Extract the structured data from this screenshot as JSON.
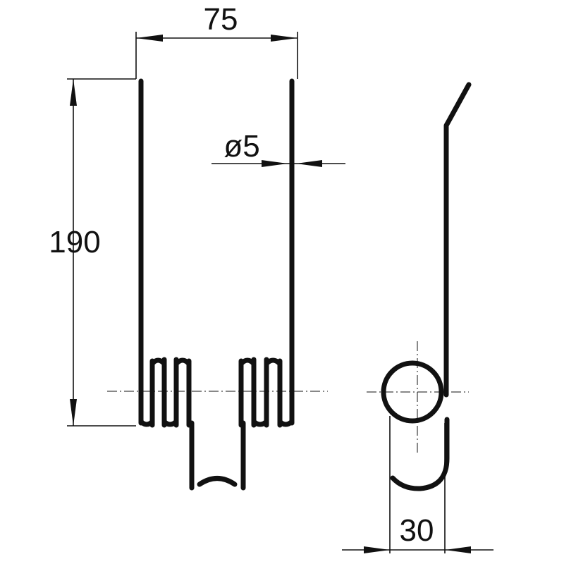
{
  "dimensions": {
    "width": "75",
    "height": "190",
    "wire_diameter": "ø5",
    "offset": "30"
  },
  "colors": {
    "line": "#111111",
    "background": "#ffffff"
  }
}
